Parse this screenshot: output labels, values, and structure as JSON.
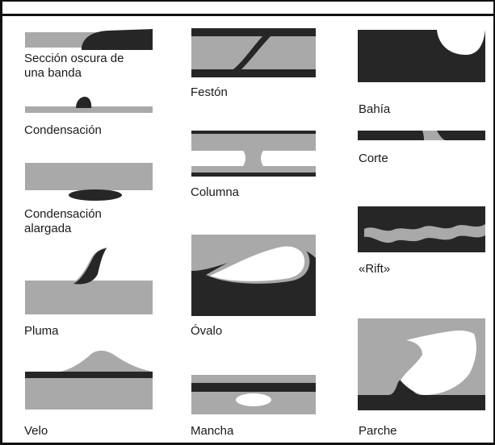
{
  "colors": {
    "light": "#a9a9a9",
    "dark": "#262626",
    "paper": "#ffffff",
    "ink": "#1a1a1a"
  },
  "features": [
    {
      "id": "seccion-oscura",
      "label_lines": [
        "Sección oscura de",
        "una banda"
      ]
    },
    {
      "id": "condensacion",
      "label_lines": [
        "Condensación"
      ]
    },
    {
      "id": "condensacion-alargada",
      "label_lines": [
        "Condensación",
        "alargada"
      ]
    },
    {
      "id": "pluma",
      "label_lines": [
        "Pluma"
      ]
    },
    {
      "id": "velo",
      "label_lines": [
        "Velo"
      ]
    },
    {
      "id": "feston",
      "label_lines": [
        "Festón"
      ]
    },
    {
      "id": "columna",
      "label_lines": [
        "Columna"
      ]
    },
    {
      "id": "ovalo",
      "label_lines": [
        "Óvalo"
      ]
    },
    {
      "id": "mancha",
      "label_lines": [
        "Mancha"
      ]
    },
    {
      "id": "bahia",
      "label_lines": [
        "Bahía"
      ]
    },
    {
      "id": "corte",
      "label_lines": [
        "Corte"
      ]
    },
    {
      "id": "rift",
      "label_lines": [
        "«Rift»"
      ]
    },
    {
      "id": "parche",
      "label_lines": [
        "Parche"
      ]
    }
  ]
}
